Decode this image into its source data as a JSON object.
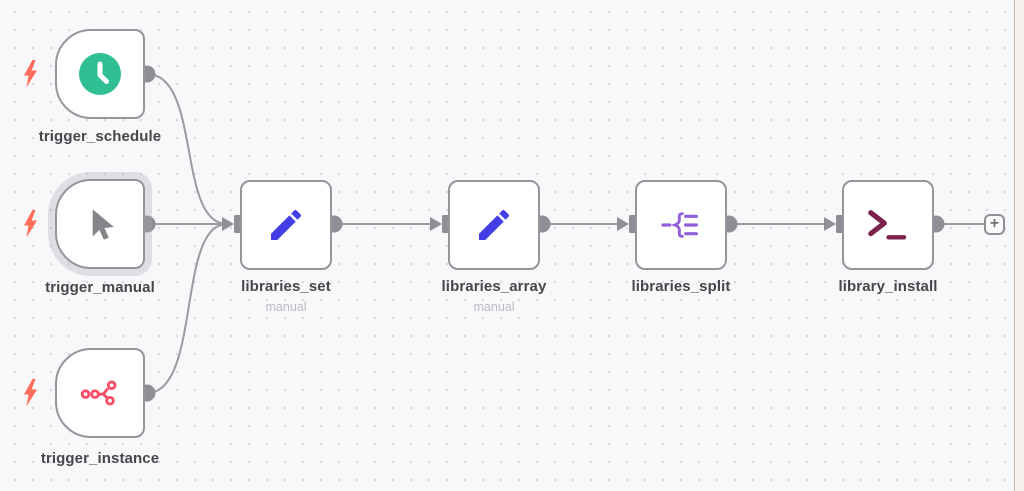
{
  "workflow": {
    "nodes": [
      {
        "id": "trigger_schedule",
        "label": "trigger_schedule",
        "subtitle": "",
        "kind": "schedule-trigger",
        "icon": "clock-icon",
        "selected": false
      },
      {
        "id": "trigger_manual",
        "label": "trigger_manual",
        "subtitle": "",
        "kind": "manual-trigger",
        "icon": "cursor-icon",
        "selected": true
      },
      {
        "id": "trigger_instance",
        "label": "trigger_instance",
        "subtitle": "",
        "kind": "workflow-trigger",
        "icon": "workflow-share-icon",
        "selected": false
      },
      {
        "id": "libraries_set",
        "label": "libraries_set",
        "subtitle": "manual",
        "kind": "edit-fields",
        "icon": "pencil-icon",
        "selected": false
      },
      {
        "id": "libraries_array",
        "label": "libraries_array",
        "subtitle": "manual",
        "kind": "edit-fields",
        "icon": "pencil-icon",
        "selected": false
      },
      {
        "id": "libraries_split",
        "label": "libraries_split",
        "subtitle": "",
        "kind": "split-out",
        "icon": "split-brace-icon",
        "selected": false
      },
      {
        "id": "library_install",
        "label": "library_install",
        "subtitle": "",
        "kind": "execute-command",
        "icon": "terminal-icon",
        "selected": false
      }
    ],
    "connections": [
      {
        "from": "trigger_schedule",
        "to": "libraries_set"
      },
      {
        "from": "trigger_manual",
        "to": "libraries_set"
      },
      {
        "from": "trigger_instance",
        "to": "libraries_set"
      },
      {
        "from": "libraries_set",
        "to": "libraries_array"
      },
      {
        "from": "libraries_array",
        "to": "libraries_split"
      },
      {
        "from": "libraries_split",
        "to": "library_install"
      },
      {
        "from": "library_install",
        "to": "add-node-button"
      }
    ],
    "add_button_label": "+"
  },
  "colors": {
    "canvas_bg": "#f8f8fa",
    "grid_dot": "#d8d8df",
    "node_border": "#95959c",
    "connector": "#9a9aa0",
    "port": "#8e8e96",
    "label_text": "#47474b",
    "subtitle_text": "#bcbcc2",
    "bolt_coral": "#ff6d5a",
    "schedule_green": "#30bf92",
    "manual_cursor_gray": "#84858b",
    "instance_pink": "#f94d68",
    "edit_blue": "#413ee6",
    "split_purple": "#9160d9",
    "terminal_maroon": "#7d214d"
  }
}
